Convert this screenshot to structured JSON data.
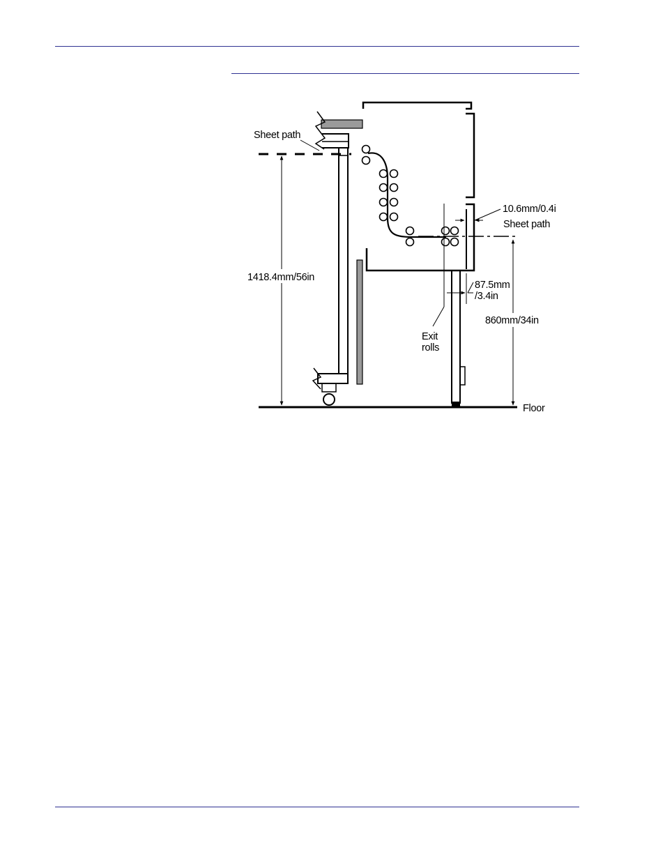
{
  "labels": {
    "sheet_path_left": "Sheet path",
    "height_left": "1418.4mm/56in",
    "gap_top": "10.6mm/0.4i",
    "sheet_path_right": "Sheet path",
    "offset_line1": "87.5mm",
    "offset_line2": "/3.4in",
    "exit_line1": "Exit",
    "exit_line2": "rolls",
    "height_right": "860mm/34in",
    "floor": "Floor"
  },
  "colors": {
    "rule": "#2e3192",
    "ink": "#000000",
    "panel_fill": "#9a9a9a"
  }
}
